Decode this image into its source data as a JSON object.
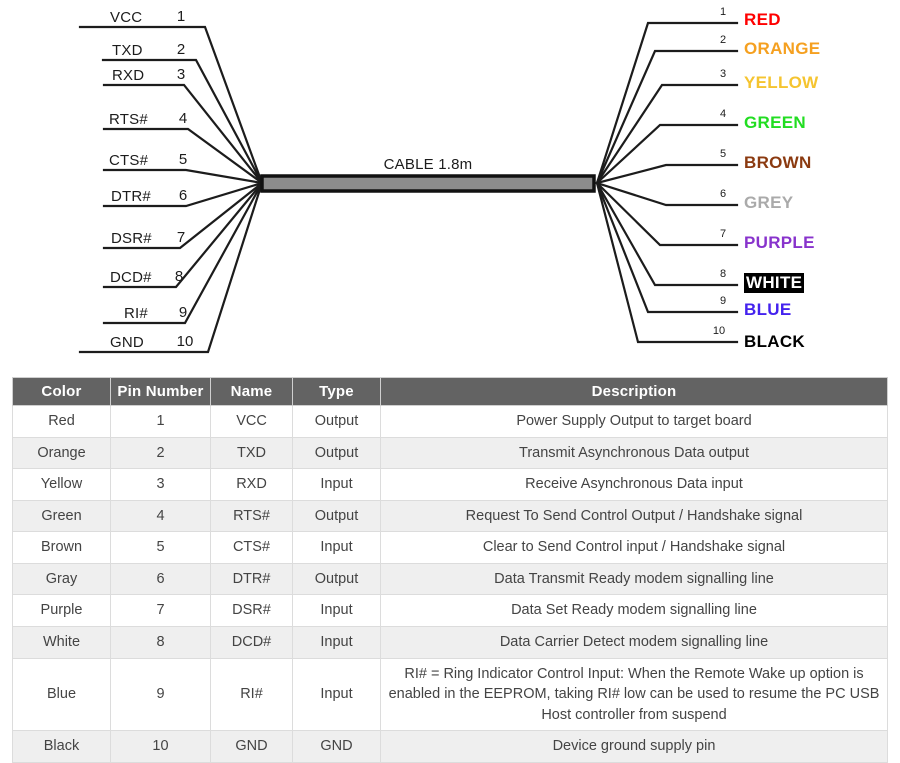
{
  "diagram": {
    "cable_caption": "CABLE 1.8m",
    "left_pins": [
      {
        "name": "VCC",
        "number": "1"
      },
      {
        "name": "TXD",
        "number": "2"
      },
      {
        "name": "RXD",
        "number": "3"
      },
      {
        "name": "RTS#",
        "number": "4"
      },
      {
        "name": "CTS#",
        "number": "5"
      },
      {
        "name": "DTR#",
        "number": "6"
      },
      {
        "name": "DSR#",
        "number": "7"
      },
      {
        "name": "DCD#",
        "number": "8"
      },
      {
        "name": "RI#",
        "number": "9"
      },
      {
        "name": "GND",
        "number": "10"
      }
    ],
    "right_pins": [
      {
        "number": "1",
        "label": "RED",
        "color": "#ff0000"
      },
      {
        "number": "2",
        "label": "ORANGE",
        "color": "#f5a020"
      },
      {
        "number": "3",
        "label": "YELLOW",
        "color": "#f5c430"
      },
      {
        "number": "4",
        "label": "GREEN",
        "color": "#22dd22"
      },
      {
        "number": "5",
        "label": "BROWN",
        "color": "#8b3a10"
      },
      {
        "number": "6",
        "label": "GREY",
        "color": "#aaaaaa"
      },
      {
        "number": "7",
        "label": "PURPLE",
        "color": "#8833cc"
      },
      {
        "number": "8",
        "label": "WHITE",
        "color": "#ffffff"
      },
      {
        "number": "9",
        "label": "BLUE",
        "color": "#4422ee"
      },
      {
        "number": "10",
        "label": "BLACK",
        "color": "#000000"
      }
    ]
  },
  "table": {
    "headers": [
      "Color",
      "Pin Number",
      "Name",
      "Type",
      "Description"
    ],
    "rows": [
      {
        "color": "Red",
        "pin": "1",
        "name": "VCC",
        "type": "Output",
        "description": "Power Supply Output to target board"
      },
      {
        "color": "Orange",
        "pin": "2",
        "name": "TXD",
        "type": "Output",
        "description": "Transmit Asynchronous Data output"
      },
      {
        "color": "Yellow",
        "pin": "3",
        "name": "RXD",
        "type": "Input",
        "description": "Receive Asynchronous Data input"
      },
      {
        "color": "Green",
        "pin": "4",
        "name": "RTS#",
        "type": "Output",
        "description": "Request To Send Control Output / Handshake signal"
      },
      {
        "color": "Brown",
        "pin": "5",
        "name": "CTS#",
        "type": "Input",
        "description": "Clear to Send Control input / Handshake signal"
      },
      {
        "color": "Gray",
        "pin": "6",
        "name": "DTR#",
        "type": "Output",
        "description": "Data Transmit Ready modem signalling line"
      },
      {
        "color": "Purple",
        "pin": "7",
        "name": "DSR#",
        "type": "Input",
        "description": "Data Set Ready modem signalling line"
      },
      {
        "color": "White",
        "pin": "8",
        "name": "DCD#",
        "type": "Input",
        "description": "Data Carrier Detect modem signalling line"
      },
      {
        "color": "Blue",
        "pin": "9",
        "name": "RI#",
        "type": "Input",
        "description": "RI# = Ring Indicator Control Input: When the Remote Wake up option is enabled in the EEPROM, taking RI# low can be used to resume the PC USB Host controller from suspend"
      },
      {
        "color": "Black",
        "pin": "10",
        "name": "GND",
        "type": "GND",
        "description": "Device ground supply pin"
      }
    ]
  }
}
